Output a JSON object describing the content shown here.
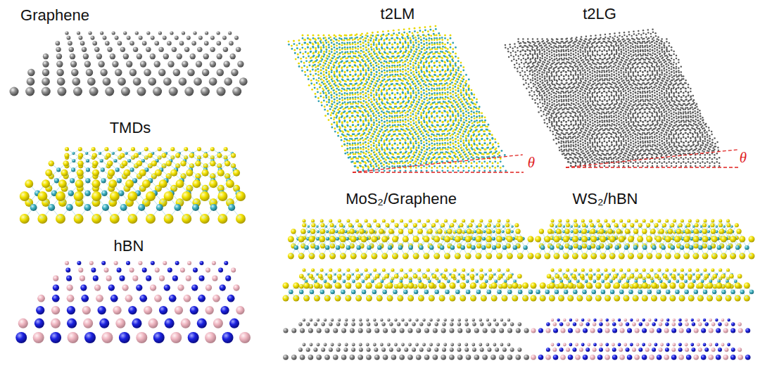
{
  "diagram": {
    "labels": [
      "Graphene",
      "t2LM",
      "t2LG",
      "θ",
      "θ",
      "TMDs",
      "MoS₂/Graphene",
      "WS₂/hBN",
      "hBN"
    ]
  }
}
